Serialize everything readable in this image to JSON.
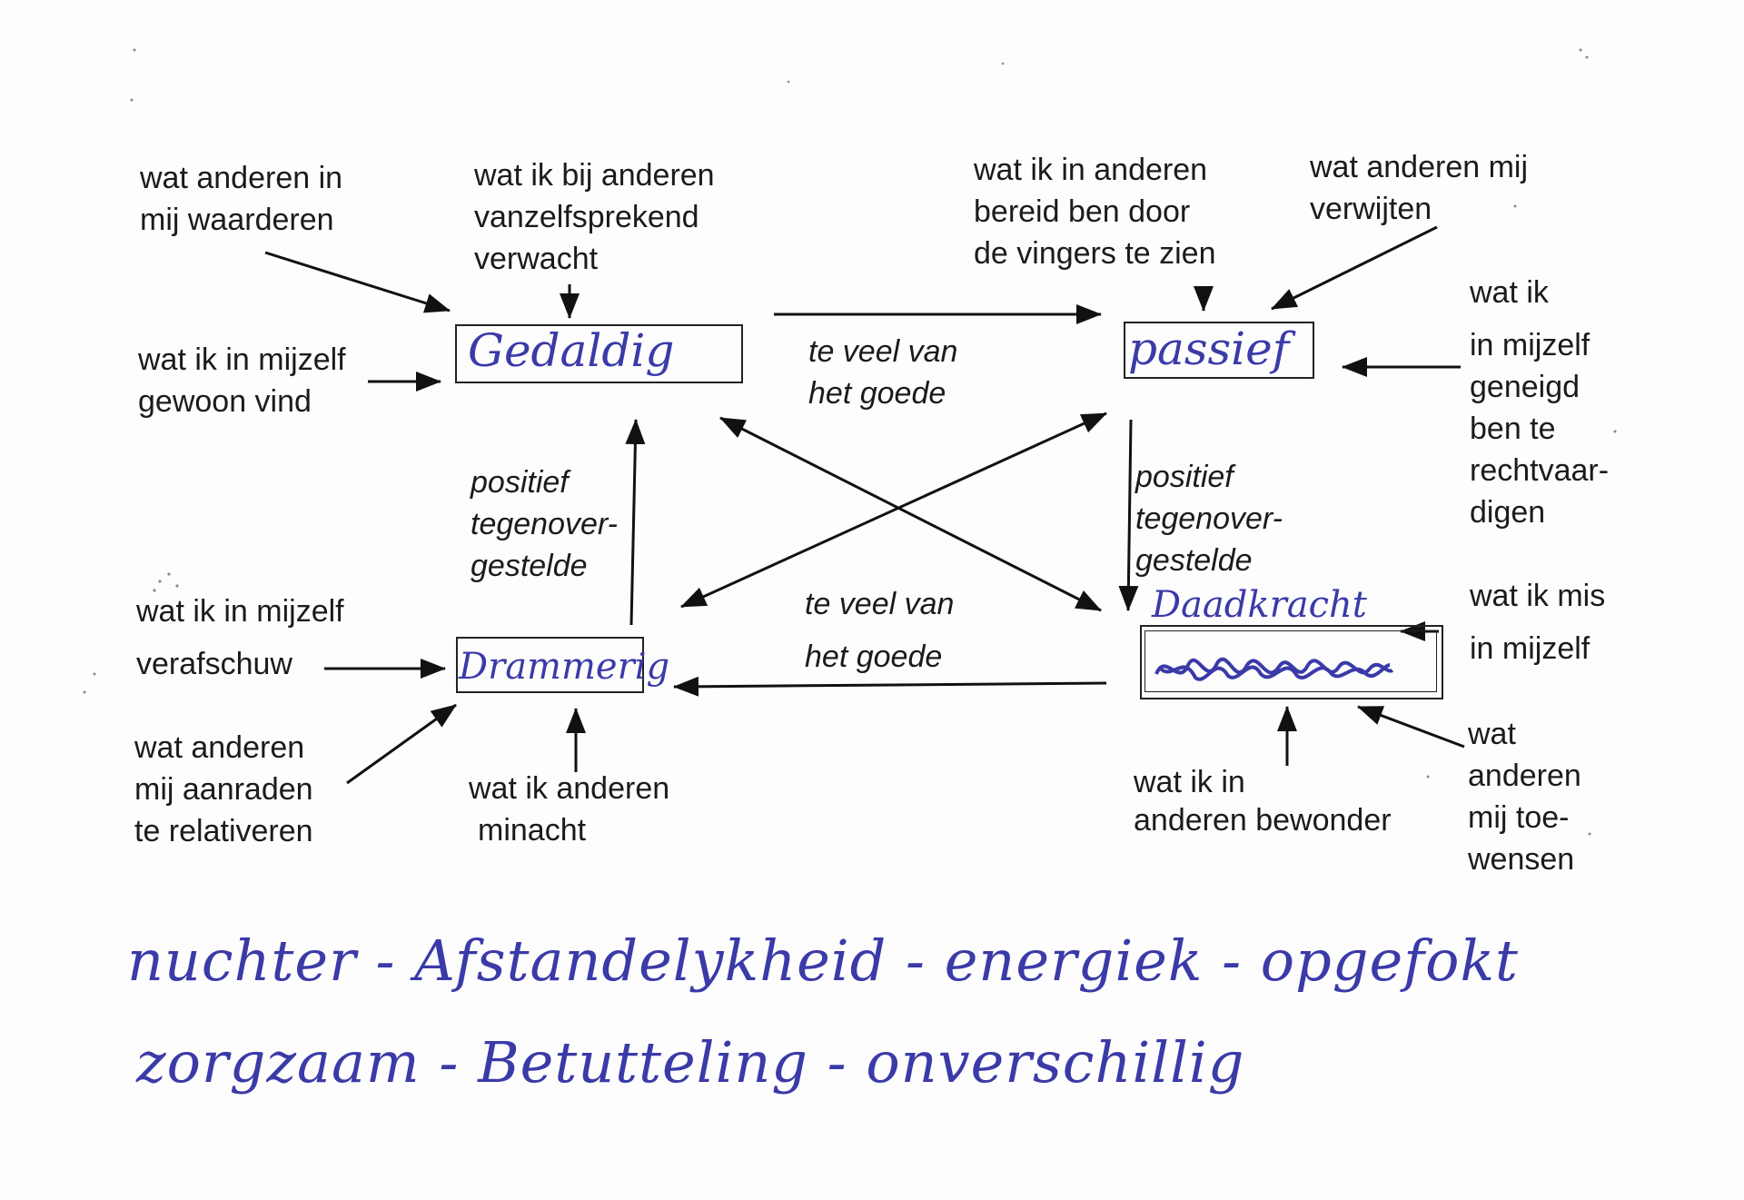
{
  "boxes": {
    "top_left": "Gedaldig",
    "top_right": "passief",
    "bottom_left": "Drammerig",
    "bottom_right_above": "Daadkracht",
    "bottom_right_scribbled": "scribbled out"
  },
  "labels": {
    "tl_appreciate_l1": "wat anderen in",
    "tl_appreciate_l2": "mij waarderen",
    "tl_expect_l1": "wat ik bij anderen",
    "tl_expect_l2": "vanzelfsprekend",
    "tl_expect_l3": "verwacht",
    "tl_normal_l1": "wat ik in mijzelf",
    "tl_normal_l2": "gewoon vind",
    "tr_tolerate_l1": "wat ik in anderen",
    "tr_tolerate_l2": "bereid ben door",
    "tr_tolerate_l3": "de vingers te zien",
    "tr_reproach_l1": "wat anderen mij",
    "tr_reproach_l2": "verwijten",
    "tr_justify_l1": "wat ik",
    "tr_justify_l2": "in mijzelf",
    "tr_justify_l3": "geneigd",
    "tr_justify_l4": "ben te",
    "tr_justify_l5": "rechtvaar-",
    "tr_justify_l6": "digen",
    "bl_despise_l1": "wat ik in mijzelf",
    "bl_despise_l2": "verafschuw",
    "bl_advise_l1": "wat anderen",
    "bl_advise_l2": "mij aanraden",
    "bl_advise_l3": "te relativeren",
    "bl_scorn_l1": "wat ik anderen",
    "bl_scorn_l2": "minacht",
    "br_miss_l1": "wat ik mis",
    "br_miss_l2": "in mijzelf",
    "br_admire_l1": "wat ik in",
    "br_admire_l2": "anderen bewonder",
    "br_wish_l1": "wat",
    "br_wish_l2": "anderen",
    "br_wish_l3": "mij toe-",
    "br_wish_l4": "wensen"
  },
  "relations": {
    "top_l1": "te veel van",
    "top_l2": "het goede",
    "bottom_l1": "te veel van",
    "bottom_l2": "het goede",
    "left_l1": "positief",
    "left_l2": "tegenover-",
    "left_l3": "gestelde",
    "right_l1": "positief",
    "right_l2": "tegenover-",
    "right_l3": "gestelde"
  },
  "handwriting": {
    "line1": "nuchter - Afstandelykheid - energiek - opgefokt",
    "line2": "zorgzaam - Betutteling - onverschillig"
  },
  "colors": {
    "ink": "#1b1b1b",
    "pen": "#3a3aa8"
  }
}
